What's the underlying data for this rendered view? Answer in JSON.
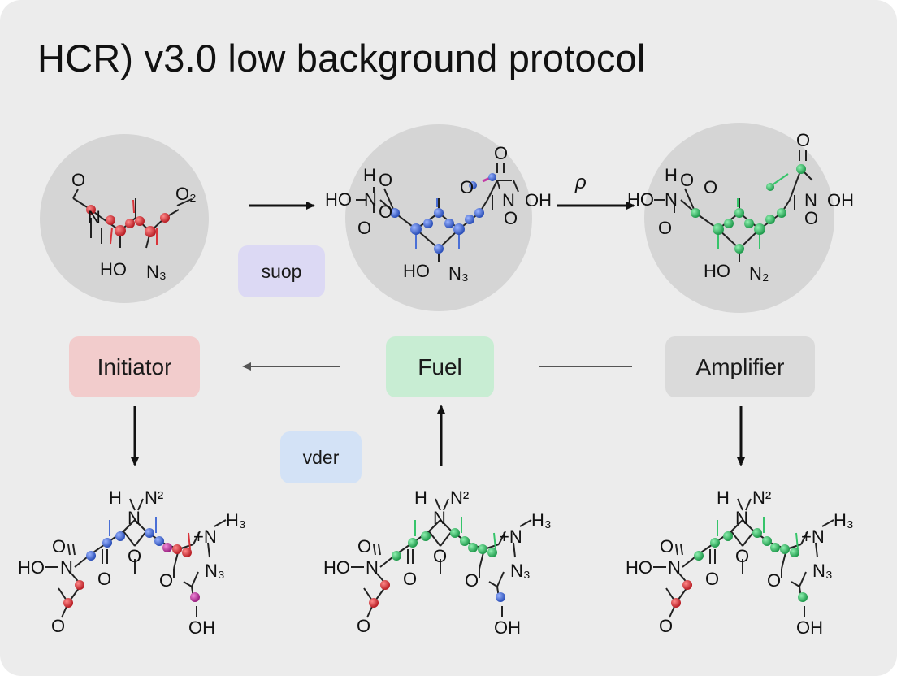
{
  "title": "HCR) v3.0 low background protocol",
  "nodes": {
    "initiator": "Initiator",
    "fuel": "Fuel",
    "amplifier": "Amplifier"
  },
  "tags": {
    "suop": "suop",
    "vder": "vder"
  },
  "arrow_label": "ρ",
  "colors": {
    "initiator_box": "#f2cccc",
    "fuel_box": "#c8edd3",
    "amplifier_box": "#dadada",
    "suop_tag": "#dcd9f4",
    "vder_tag": "#d3e2f6",
    "red_atom": "#d9343a",
    "blue_atom": "#4a6fd6",
    "green_atom": "#36c46a",
    "magenta_atom": "#c23aa4"
  },
  "molecules": {
    "top_left": {
      "o_top": "O",
      "o2": "O₂",
      "n": "N",
      "ho": "HO",
      "n3": "N₃"
    },
    "top_center": {
      "ho_top": "H",
      "o_a": "O",
      "ho_n": "HO",
      "n": "N",
      "o_b": "O",
      "o_c": "O",
      "o_d": "O",
      "o_top": "O",
      "n_oh": "N",
      "oh": "OH",
      "o_e": "O",
      "ho": "HO",
      "n3": "N₃"
    },
    "top_right": {
      "ho_top": "H",
      "o_a": "O",
      "ho_n": "HO",
      "n": "N",
      "o_b": "O",
      "o_c": "O",
      "o_top": "O",
      "n_oh": "N",
      "oh": "OH",
      "o_e": "O",
      "ho": "HO",
      "n2": "N₂"
    },
    "bottom": {
      "h": "H",
      "n2": "N²",
      "n": "N",
      "ho": "HO",
      "n_left": "N",
      "o_a": "O",
      "o_b": "O",
      "o_c": "O",
      "n_plus": "+N",
      "h3": "H₃",
      "n3": "N₃",
      "o_ring": "O",
      "o_bottom": "O",
      "oh": "OH",
      "o_left": "O"
    }
  }
}
